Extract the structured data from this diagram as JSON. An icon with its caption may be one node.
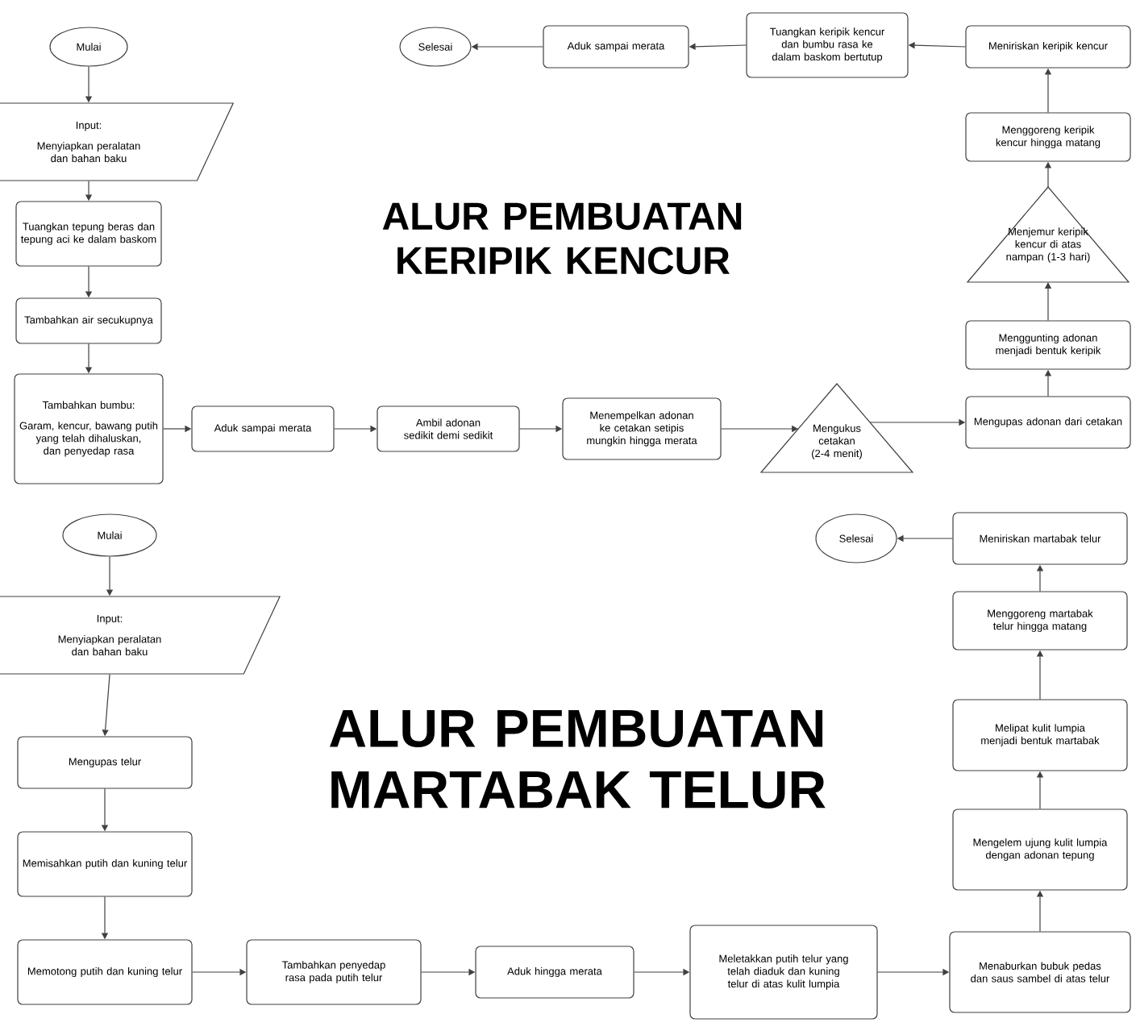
{
  "diagram": {
    "nodes": [
      {
        "text": [
          "Mulai"
        ]
      },
      {
        "text": [
          "Input:",
          "Menyiapkan peralatan dan bahan baku"
        ]
      },
      {
        "text": [
          "Tuangkan tepung beras dan tepung aci ke dalam baskom"
        ]
      },
      {
        "text": [
          "Tambahkan air secukupnya"
        ]
      },
      {
        "text": [
          "Tambahkan bumbu:",
          "Garam, kencur, bawang putih yang telah dihaluskan, dan penyedap rasa"
        ]
      },
      {
        "text": [
          "Aduk sampai merata"
        ]
      },
      {
        "text": [
          "Ambil adonan sedikit demi sedikit"
        ]
      },
      {
        "text": [
          "Menempelkan adonan ke cetakan setipis mungkin hingga merata"
        ]
      },
      {
        "text": [
          "Mengukus cetakan (2-4 menit)"
        ]
      },
      {
        "text": [
          "Mengupas adonan dari cetakan"
        ]
      },
      {
        "text": [
          "Menggunting adonan menjadi bentuk keripik"
        ]
      },
      {
        "text": [
          "Menjemur keripik kencur di atas nampan (1-3 hari)"
        ]
      },
      {
        "text": [
          "Menggoreng keripik kencur hingga matang"
        ]
      },
      {
        "text": [
          "Meniriskan keripik kencur"
        ]
      },
      {
        "text": [
          "Tuangkan keripik kencur dan bumbu rasa ke dalam baskom bertutup"
        ]
      },
      {
        "text": [
          "Aduk sampai merata"
        ]
      },
      {
        "text": [
          "Selesai"
        ]
      },
      {
        "text": [
          "Mulai"
        ]
      },
      {
        "text": [
          "Input:",
          "Menyiapkan peralatan dan bahan baku"
        ]
      },
      {
        "text": [
          "Mengupas telur"
        ]
      },
      {
        "text": [
          "Memisahkan putih dan kuning telur"
        ]
      },
      {
        "text": [
          "Memotong putih dan kuning telur"
        ]
      },
      {
        "text": [
          "Tambahkan penyedap rasa pada putih telur"
        ]
      },
      {
        "text": [
          "Aduk hingga merata"
        ]
      },
      {
        "text": [
          "Meletakkan putih telur yang telah diaduk dan kuning telur di atas kulit lumpia"
        ]
      },
      {
        "text": [
          "Menaburkan bubuk pedas dan saus sambel di atas telur"
        ]
      },
      {
        "text": [
          "Mengelem ujung kulit lumpia dengan adonan tepung"
        ]
      },
      {
        "text": [
          "Melipat kulit lumpia menjadi bentuk martabak"
        ]
      },
      {
        "text": [
          "Menggoreng martabak telur hingga matang"
        ]
      },
      {
        "text": [
          "Meniriskan martabak telur"
        ]
      },
      {
        "text": [
          "Selesai"
        ]
      }
    ],
    "edges": [
      {
        "from": 0,
        "to": 1,
        "arrow": "to"
      },
      {
        "from": 1,
        "to": 2,
        "arrow": "to"
      },
      {
        "from": 2,
        "to": 3,
        "arrow": "to"
      },
      {
        "from": 3,
        "to": 4,
        "arrow": "to"
      },
      {
        "from": 4,
        "to": 5,
        "arrow": "to"
      },
      {
        "from": 5,
        "to": 6,
        "arrow": "to"
      },
      {
        "from": 6,
        "to": 7,
        "arrow": "to"
      },
      {
        "from": 7,
        "to": 8,
        "arrow": "to"
      },
      {
        "from": 8,
        "to": 9,
        "arrow": "to"
      },
      {
        "from": 9,
        "to": 10,
        "arrow": "to"
      },
      {
        "from": 10,
        "to": 11,
        "arrow": "to"
      },
      {
        "from": 11,
        "to": 12,
        "arrow": "to"
      },
      {
        "from": 12,
        "to": 13,
        "arrow": "to"
      },
      {
        "from": 13,
        "to": 14,
        "arrow": "to"
      },
      {
        "from": 14,
        "to": 15,
        "arrow": "to"
      },
      {
        "from": 15,
        "to": 16,
        "arrow": "to"
      },
      {
        "from": 17,
        "to": 18,
        "arrow": "to"
      },
      {
        "from": 18,
        "to": 19,
        "arrow": "to"
      },
      {
        "from": 19,
        "to": 20,
        "arrow": "to"
      },
      {
        "from": 20,
        "to": 21,
        "arrow": "to"
      },
      {
        "from": 21,
        "to": 22,
        "arrow": "to"
      },
      {
        "from": 22,
        "to": 23,
        "arrow": "to"
      },
      {
        "from": 23,
        "to": 24,
        "arrow": "to"
      },
      {
        "from": 24,
        "to": 25,
        "arrow": "to"
      },
      {
        "from": 25,
        "to": 26,
        "arrow": "to"
      },
      {
        "from": 26,
        "to": 27,
        "arrow": "to"
      },
      {
        "from": 27,
        "to": 28,
        "arrow": "to"
      },
      {
        "from": 28,
        "to": 29,
        "arrow": "to"
      },
      {
        "from": 29,
        "to": 30,
        "arrow": "to"
      }
    ],
    "labels": [
      "ALUR PEMBUATAN KERIPIK KENCUR",
      "ALUR PEMBUATAN MARTABAK TELUR"
    ]
  }
}
